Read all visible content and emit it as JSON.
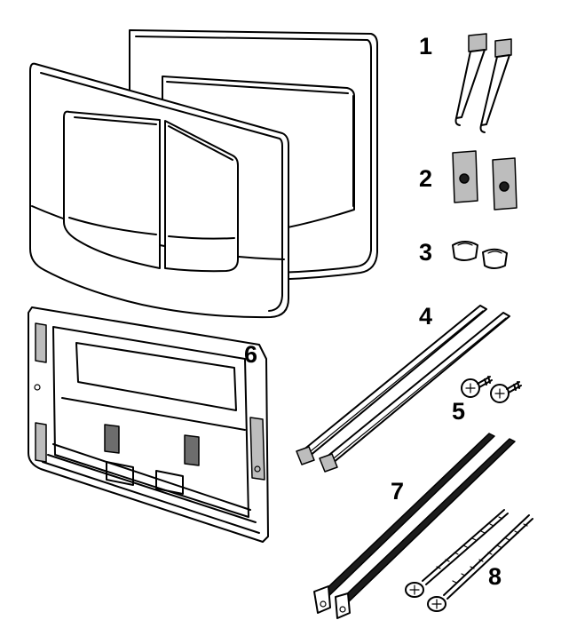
{
  "parts": [
    {
      "id": "1",
      "label": "1",
      "component": "mounting-clip"
    },
    {
      "id": "2",
      "label": "2",
      "component": "threaded-plate"
    },
    {
      "id": "3",
      "label": "3",
      "component": "spacer-nut"
    },
    {
      "id": "4",
      "label": "4",
      "component": "plastic-rod"
    },
    {
      "id": "5",
      "label": "5",
      "component": "screw"
    },
    {
      "id": "6",
      "label": "6",
      "component": "mounting-frame"
    },
    {
      "id": "7",
      "label": "7",
      "component": "threaded-rod"
    },
    {
      "id": "8",
      "label": "8",
      "component": "long-screw"
    }
  ],
  "colors": {
    "line": "#000000",
    "background": "#ffffff",
    "shade_light": "#bdbdbd",
    "shade_dark": "#1c1c1c"
  }
}
